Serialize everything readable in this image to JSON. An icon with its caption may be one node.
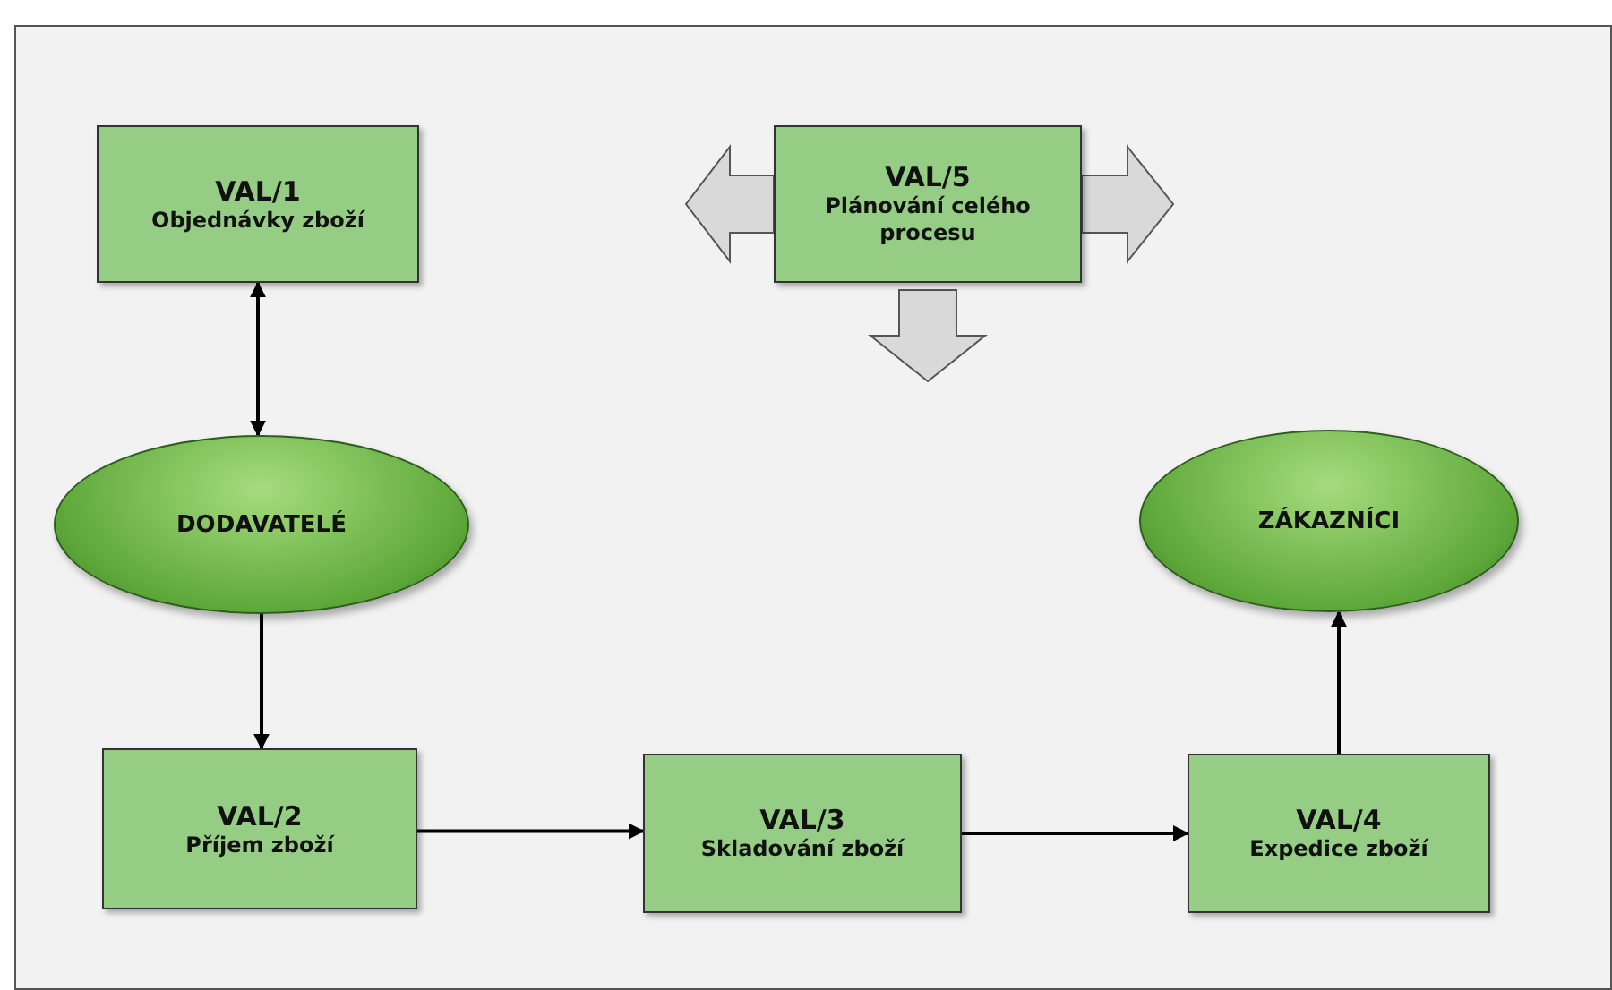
{
  "diagram": {
    "nodes": [
      {
        "text": [
          "VAL/1",
          "Objednávky zboží"
        ]
      },
      {
        "text": [
          "VAL/5",
          "Plánování celého procesu"
        ]
      },
      {
        "text": [
          "DODAVATELÉ"
        ]
      },
      {
        "text": [
          "ZÁKAZNÍCI"
        ]
      },
      {
        "text": [
          "VAL/2",
          "Příjem zboží"
        ]
      },
      {
        "text": [
          "VAL/3",
          "Skladování zboží"
        ]
      },
      {
        "text": [
          "VAL/4",
          "Expedice zboží"
        ]
      }
    ],
    "edges": [
      {
        "from": 0,
        "to": 2,
        "arrow": "both"
      },
      {
        "from": 2,
        "to": 4,
        "arrow": "to"
      },
      {
        "from": 4,
        "to": 5,
        "arrow": "to"
      },
      {
        "from": 5,
        "to": 6,
        "arrow": "to"
      },
      {
        "from": 6,
        "to": 3,
        "arrow": "to"
      },
      {
        "from": 1,
        "to": null,
        "arrow": "to",
        "style": "thick",
        "color": "#d9d9d9"
      },
      {
        "from": 1,
        "to": null,
        "arrow": "to",
        "style": "thick",
        "color": "#d9d9d9"
      },
      {
        "from": 1,
        "to": null,
        "arrow": "to",
        "style": "thick",
        "color": "#d9d9d9"
      }
    ]
  }
}
